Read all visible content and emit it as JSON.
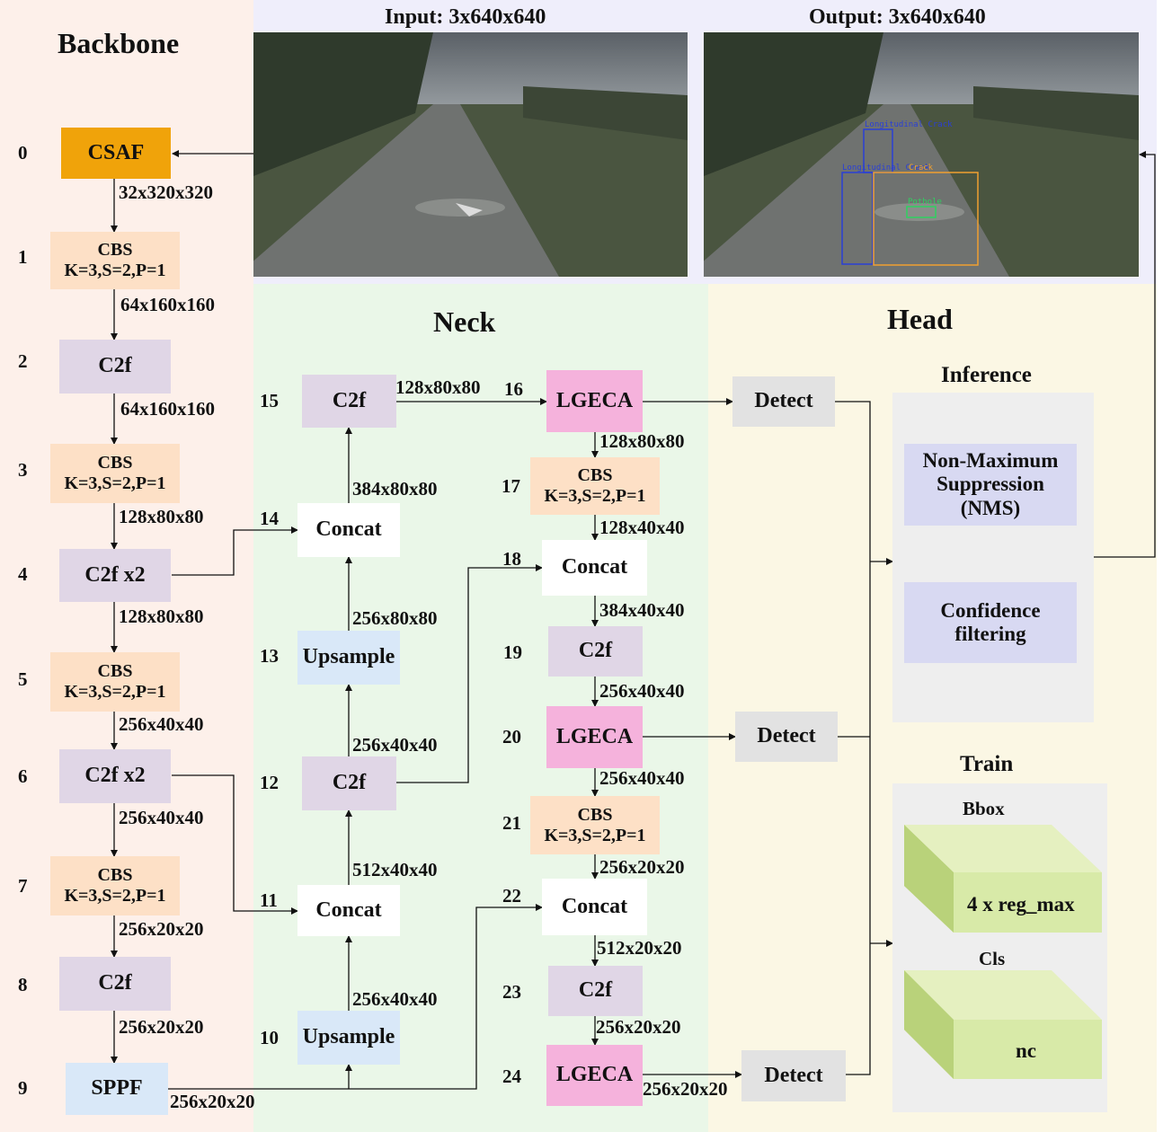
{
  "sections": {
    "backbone": "Backbone",
    "neck": "Neck",
    "head": "Head",
    "inference": "Inference",
    "train": "Train"
  },
  "images": {
    "input_label": "Input: 3x640x640",
    "output_label": "Output: 3x640x640",
    "detections": [
      {
        "label": "Longitudinal Crack",
        "color": "#2a3fd6"
      },
      {
        "label": "Longitudinal Crack",
        "color": "#2a3fd6"
      },
      {
        "label": "Crack",
        "color": "#f0a030"
      },
      {
        "label": "Pothole",
        "color": "#30d060"
      }
    ]
  },
  "backbone": [
    {
      "index": "0",
      "line1": "CSAF",
      "line2": "",
      "out": "32x320x320"
    },
    {
      "index": "1",
      "line1": "CBS",
      "line2": "K=3,S=2,P=1",
      "out": "64x160x160"
    },
    {
      "index": "2",
      "line1": "C2f",
      "line2": "",
      "out": "64x160x160"
    },
    {
      "index": "3",
      "line1": "CBS",
      "line2": "K=3,S=2,P=1",
      "out": "128x80x80"
    },
    {
      "index": "4",
      "line1": "C2f x2",
      "line2": "",
      "out": "128x80x80"
    },
    {
      "index": "5",
      "line1": "CBS",
      "line2": "K=3,S=2,P=1",
      "out": "256x40x40"
    },
    {
      "index": "6",
      "line1": "C2f x2",
      "line2": "",
      "out": "256x40x40"
    },
    {
      "index": "7",
      "line1": "CBS",
      "line2": "K=3,S=2,P=1",
      "out": "256x20x20"
    },
    {
      "index": "8",
      "line1": "C2f",
      "line2": "",
      "out": "256x20x20"
    },
    {
      "index": "9",
      "line1": "SPPF",
      "line2": "",
      "out": "256x20x20"
    }
  ],
  "neck_left": [
    {
      "index": "10",
      "label": "Upsample",
      "out": "256x40x40"
    },
    {
      "index": "11",
      "label": "Concat",
      "out": "512x40x40"
    },
    {
      "index": "12",
      "label": "C2f",
      "out": "256x40x40"
    },
    {
      "index": "13",
      "label": "Upsample",
      "out": "256x80x80"
    },
    {
      "index": "14",
      "label": "Concat",
      "out": "384x80x80"
    },
    {
      "index": "15",
      "label": "C2f",
      "out": "128x80x80"
    }
  ],
  "neck_right": [
    {
      "index": "16",
      "line1": "LGECA",
      "line2": "",
      "out": "128x80x80"
    },
    {
      "index": "17",
      "line1": "CBS",
      "line2": "K=3,S=2,P=1",
      "out": "128x40x40"
    },
    {
      "index": "18",
      "line1": "Concat",
      "line2": "",
      "out": "384x40x40"
    },
    {
      "index": "19",
      "line1": "C2f",
      "line2": "",
      "out": "256x40x40"
    },
    {
      "index": "20",
      "line1": "LGECA",
      "line2": "",
      "out": "256x40x40"
    },
    {
      "index": "21",
      "line1": "CBS",
      "line2": "K=3,S=2,P=1",
      "out": "256x20x20"
    },
    {
      "index": "22",
      "line1": "Concat",
      "line2": "",
      "out": "512x20x20"
    },
    {
      "index": "23",
      "line1": "C2f",
      "line2": "",
      "out": "256x20x20"
    },
    {
      "index": "24",
      "line1": "LGECA",
      "line2": "",
      "out": "256x20x20"
    }
  ],
  "head": {
    "detect_label": "Detect",
    "nms_label": "Non-Maximum Suppression (NMS)",
    "nms_lines": [
      "Non-Maximum",
      "Suppression",
      "(NMS)"
    ],
    "conf_lines": [
      "Confidence",
      "filtering"
    ],
    "bbox_title": "Bbox",
    "bbox_value": "4 x reg_max",
    "cls_title": "Cls",
    "cls_value": "nc"
  },
  "colors": {
    "csaf": "#f0a30a",
    "cbs": "#fde0c6",
    "c2f": "#e0d6e6",
    "upsample": "#d9e8f8",
    "lgeca": "#f5b2dc",
    "detect": "#e2e2e2",
    "cube": "#d8eaa8"
  }
}
